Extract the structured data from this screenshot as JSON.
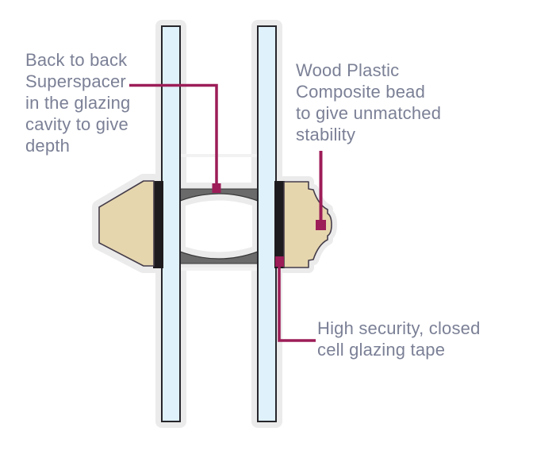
{
  "colors": {
    "background": "#FFFFFF",
    "accent": "#9C1D58",
    "label_text": "#7B8096",
    "glass_fill": "#DFF1FB",
    "glass_outline": "#26262B",
    "tape": "#1E1B1E",
    "bead_fill": "#E6D6AE",
    "bead_outline": "#453D4A",
    "spacer_fill": "#6A6A6A",
    "spacer_outline": "#3A3A3A",
    "halo": "#EBEBEB",
    "halo_faint": "#F2F2F2",
    "cavity_fill": "#FFFFFF"
  },
  "annotations": {
    "superspacer": {
      "text": "Back to back\nSuperspacer\nin the glazing\ncavity to give\ndepth"
    },
    "wpc_bead": {
      "text": "Wood Plastic\nComposite bead\nto give unmatched\nstability"
    },
    "glazing_tape": {
      "text": "High security, closed\ncell glazing tape"
    }
  }
}
